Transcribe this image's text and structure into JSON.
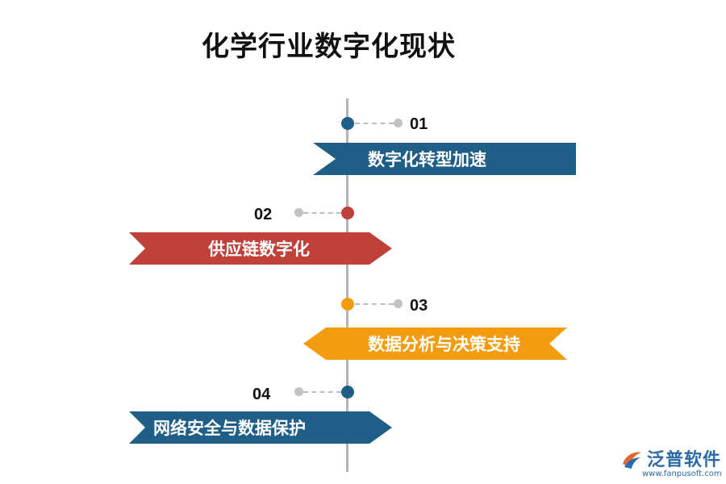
{
  "title": "化学行业数字化现状",
  "colors": {
    "blue": "#1f5e86",
    "red": "#c0413a",
    "orange": "#f39c12",
    "axis": "#b4b4b4",
    "connector": "#c3c3c3"
  },
  "items": [
    {
      "number": "01",
      "label": "数字化转型加速",
      "color": "#1f5e86"
    },
    {
      "number": "02",
      "label": "供应链数字化",
      "color": "#c0413a"
    },
    {
      "number": "03",
      "label": "数据分析与决策支持",
      "color": "#f39c12"
    },
    {
      "number": "04",
      "label": "网络安全与数据保护",
      "color": "#1f5e86"
    }
  ],
  "logo": {
    "name": "泛普软件",
    "url": "www.fanpusoft.com"
  }
}
